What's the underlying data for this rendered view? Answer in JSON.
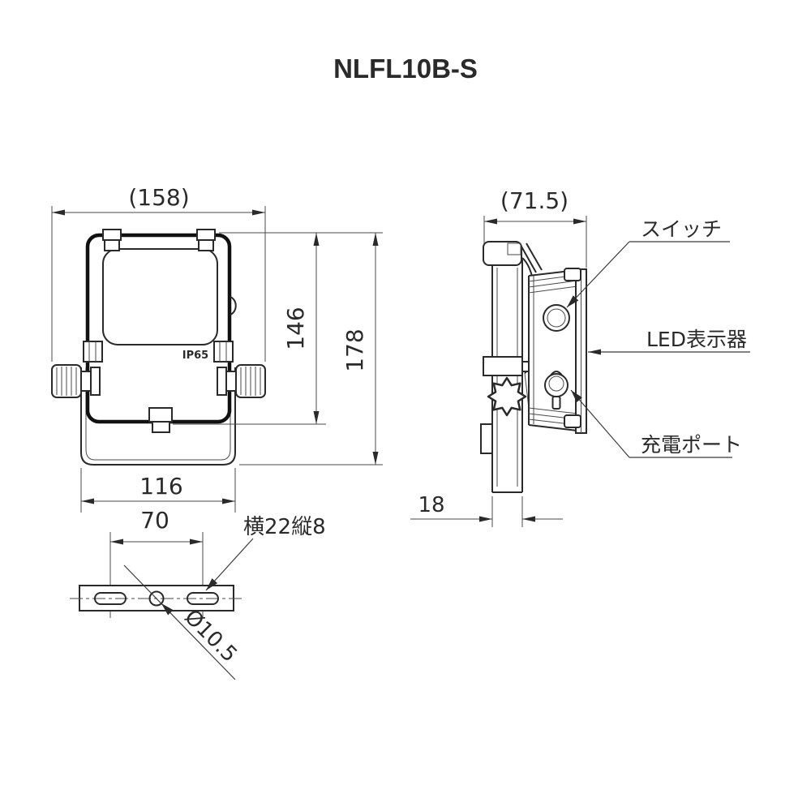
{
  "title": "NLFL10B-S",
  "views": {
    "front": {
      "ip_label": "IP65",
      "dims": {
        "overall_width": "(158)",
        "body_height": "146",
        "overall_height": "178",
        "bracket_width": "116"
      }
    },
    "side": {
      "dims": {
        "overall_depth": "(71.5)",
        "arm_width": "18"
      },
      "callouts": {
        "switch": "スイッチ",
        "led_indicator": "LED表示器",
        "charge_port": "充電ポート"
      }
    },
    "bracket_bottom": {
      "dims": {
        "slot_pitch": "70",
        "slot_size": "横22縦8",
        "center_hole_diameter": "Ø10.5"
      }
    }
  }
}
